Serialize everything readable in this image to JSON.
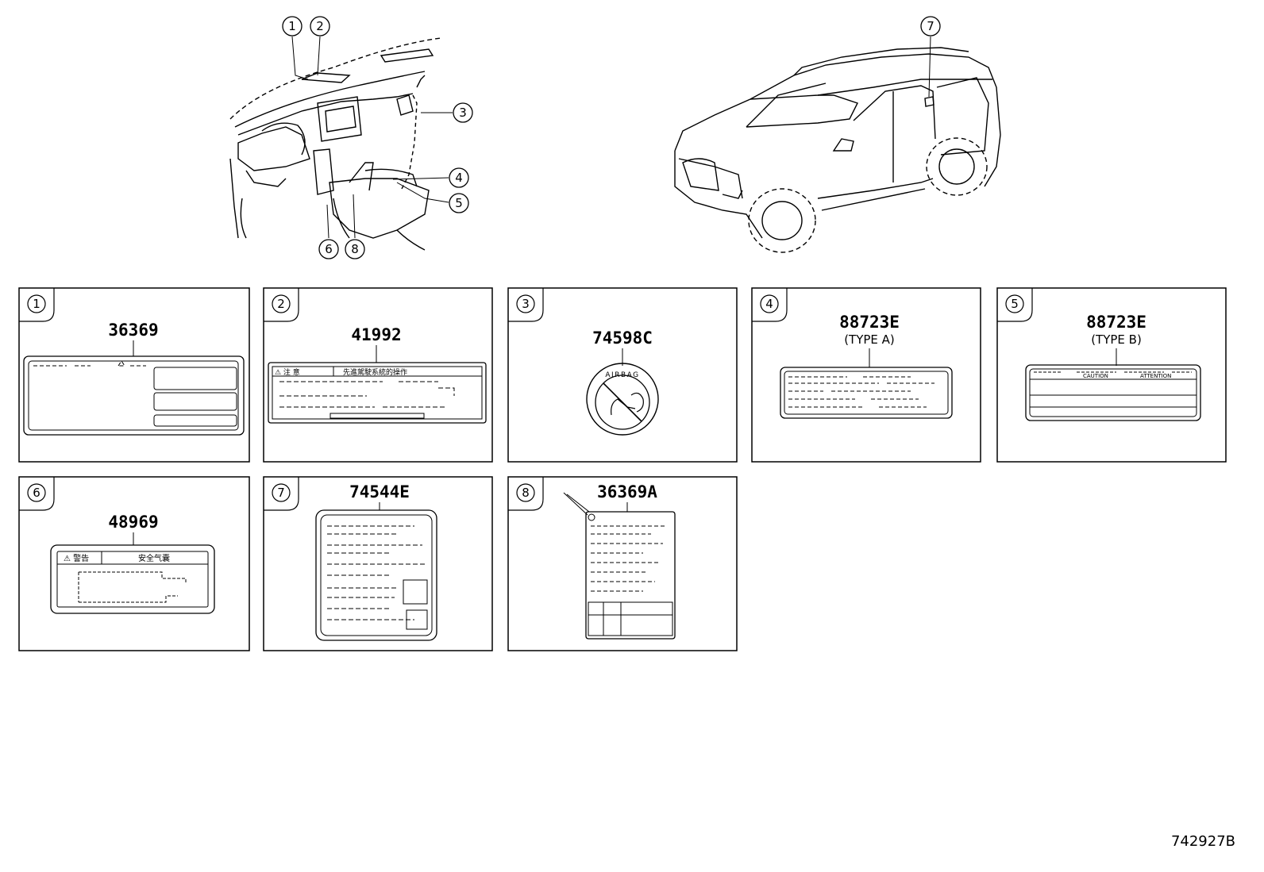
{
  "overview": {
    "interior_callouts": [
      "1",
      "2",
      "3",
      "4",
      "5",
      "6",
      "8"
    ],
    "exterior_callouts": [
      "7"
    ]
  },
  "panels": [
    {
      "index": "1",
      "part": "36369",
      "subtitle": ""
    },
    {
      "index": "2",
      "part": "41992",
      "subtitle": "",
      "label_header_left": "⚠ 注  意",
      "label_header_right": "先進駕駛系統的操作"
    },
    {
      "index": "3",
      "part": "74598C",
      "subtitle": "",
      "decal_text": "AIRBAG"
    },
    {
      "index": "4",
      "part": "88723E",
      "subtitle": "(TYPE A)"
    },
    {
      "index": "5",
      "part": "88723E",
      "subtitle": "(TYPE B)",
      "label_header_left": "CAUTION",
      "label_header_right": "ATTENTION"
    },
    {
      "index": "6",
      "part": "48969",
      "subtitle": "",
      "label_header_left": "⚠ 警告",
      "label_header_right": "安全气囊"
    },
    {
      "index": "7",
      "part": "74544E",
      "subtitle": ""
    },
    {
      "index": "8",
      "part": "36369A",
      "subtitle": ""
    }
  ],
  "diagram_ref": "742927B",
  "colors": {
    "line": "#000000",
    "background": "#ffffff",
    "panel_border": "#000000"
  }
}
